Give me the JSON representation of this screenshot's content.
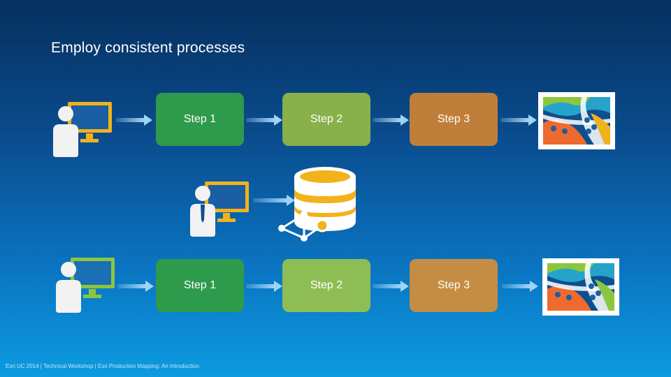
{
  "title": "Employ consistent processes",
  "footer": "Esri UC 2014 | Technical Workshop | Esri Production Mapping: An Introduction",
  "rows": [
    {
      "steps": [
        {
          "label": "Step 1",
          "color": "#2e9a4c"
        },
        {
          "label": "Step 2",
          "color": "#88b04b"
        },
        {
          "label": "Step 3",
          "color": "#bf7f3a"
        }
      ],
      "monitor_color": "#f2b21c"
    },
    {
      "steps": [
        {
          "label": "Step 1",
          "color": "#2e9a4c"
        },
        {
          "label": "Step 2",
          "color": "#8fbd55"
        },
        {
          "label": "Step 3",
          "color": "#c58c43"
        }
      ],
      "monitor_color": "#8cc63f"
    }
  ],
  "icons": {
    "user": "user-at-computer-icon",
    "database": "database-icon",
    "map": "map-output-icon",
    "arrow": "process-arrow-icon"
  }
}
